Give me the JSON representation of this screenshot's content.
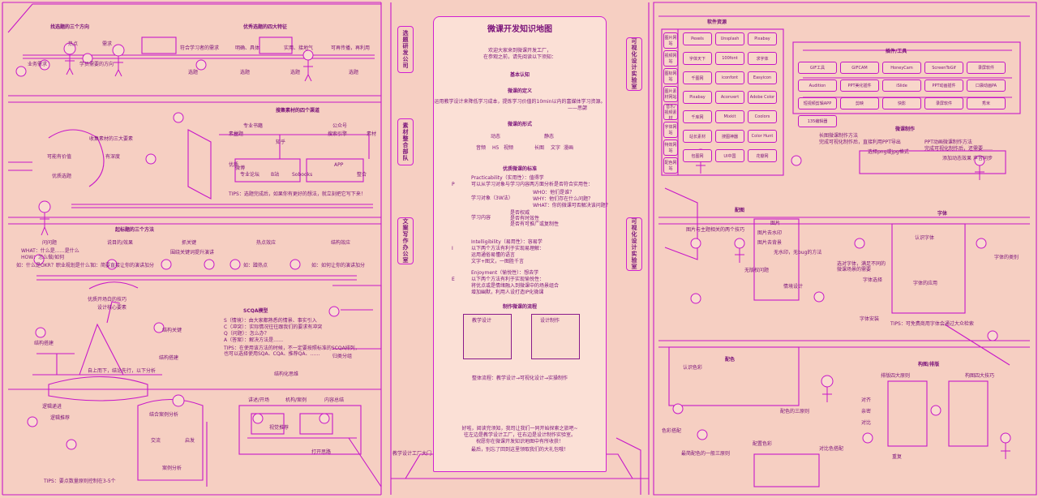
{
  "center": {
    "title": "微课开发知识地图",
    "intro": [
      "欢迎大家来到微课开发工厂，",
      "在参观之前，请先阅读以下须知："
    ],
    "sec1": "基本认知",
    "def_title": "微课的定义",
    "def_text": [
      "运用教学设计来降低学习成本，提炼学习价值的10min以内的富媒体学习资源。",
      "——思勰"
    ],
    "form_title": "微课的形式",
    "form_groups": [
      "动态",
      "静态"
    ],
    "form_items": [
      "音频",
      "H5",
      "视频",
      "长图",
      "文字",
      "漫画"
    ],
    "std_title": "优质微课的标准",
    "p_line": [
      "Practicability（实用性）：值得学",
      "可以从学习对象与学习内容两方面分析是否符合实用性："
    ],
    "p_letter": "P",
    "audience_label": "学习对象（3W法）",
    "audience_items": [
      "WHO：他们是谁？",
      "WHY：他们存在什么问题？",
      "WHAT：你的微课可否解决该问题？"
    ],
    "content_label": "学习内容",
    "content_items": [
      "是否权威",
      "是否有时效性",
      "是否有可推广或复制性"
    ],
    "i_line": [
      "Intelligibility（易用性）：容易学",
      "以下两个方法有利于实现易理解：",
      "运用通俗易懂的语言",
      "文字+图文，一图胜千言"
    ],
    "i_letter": "I",
    "e_line": [
      "Enjoyment（愉悦性）：想去学",
      "以下两个方法有利于实现愉悦性：",
      "将优点或是情绪融入到微课中的场景组合",
      "增加幽默，利用人设打造IP化微课"
    ],
    "e_letter": "E",
    "flow_title": "制作微课的流程",
    "flow_boxes": [
      "教学设计",
      "设计制作"
    ],
    "flow_summary": "整体流程：教学设计→可视化设计→实操制作",
    "outro": [
      "好啦，阅读完须知，我司让我们一同开始探索之旅吧~",
      "往左边是教学设计工厂，往右边是设计制作实验室。",
      "祝愿你在微课开发知识地图中有所收获！",
      "最后，别忘了回到这里领取我们的大礼包哦！"
    ],
    "bottom_sign": "教学设计工厂大门"
  },
  "signs": {
    "left": [
      "选题研发公司",
      "素材整合部队",
      "文案写作办公室"
    ],
    "right": [
      "可视化设计实验室",
      "可视化设计实验室"
    ]
  },
  "left": {
    "topic_title": "找选题的三个方向",
    "topic_items": [
      "热点",
      "需求",
      "业务需求",
      "学员需要的方向"
    ],
    "feature_title": "优秀选题的四大特征",
    "feature_items": [
      "符合学习者的需求",
      "明确、具体",
      "实用、接地气",
      "可再传播，再利用"
    ],
    "feature_sub": [
      "选题",
      "选题",
      "选题",
      "选题"
    ],
    "materials_title": "搜集素材的四个渠道",
    "materials_items": [
      "专业书籍",
      "主题",
      "公众号",
      "搜索引擎",
      "知乎",
      "专业论坛",
      "B站",
      "APP",
      "微博",
      "Sobooks"
    ],
    "three_elements": "收集素材的三大要素",
    "materials_labels": [
      "可能有价值",
      "有深度",
      "优质选题",
      "素材",
      "素材",
      "优质",
      "整合"
    ],
    "tips1": "TIPS：选题完成后，如果你有更好的想法，就立刻把它写下来！",
    "opening_title": "起标题的三个方法",
    "opening_items": [
      "问问题",
      "说目的/效果",
      "抓关键",
      "热点效应",
      "结构效应"
    ],
    "opening_notes": [
      "WHAT：什么是……是什么",
      "HOW：怎么做/如何",
      "如：什么是OKR？职业规划是什么？",
      "如：简要直接让你的演讲加分",
      "围绕关键词提升演讲",
      "如：蹭热点",
      "如：如何让你的演讲加分"
    ],
    "scqa_title": "SCQA模型",
    "scqa_items": [
      "S（情境）：由大家都熟悉的情景、事实引入",
      "C（冲突）：实际情况往往跟我们的要求有冲突",
      "Q（问题）：怎么办？",
      "A（答案）：解决方法是……"
    ],
    "tips2": "TIPS：在使用该方法的时候，不一定要按照标准的SCQA排列，也可以选择使用SQA、CQA、推荐QA、……",
    "structure_labels": [
      "设计核心要素",
      "结构关键",
      "结构搭建",
      "结构搭建",
      "自上而下，结论先行，以下分析",
      "结构化思维",
      "归类分组",
      "逻辑递进",
      "优质开场白的技巧"
    ],
    "bottom_labels": [
      "讲述/开场",
      "机构/案例",
      "内容总结",
      "视觉推荐",
      "结合案例分析",
      "逻辑推荐",
      "交流",
      "启发",
      "案例分析",
      "打开思路"
    ],
    "tips3": "TIPS：要点数量原则控制在3-5个"
  },
  "right": {
    "shelf_title": "软件资源",
    "shelf_labels": [
      "图片网站",
      "视频网站",
      "图标网站",
      "图片素材网站",
      "音乐/视频素材",
      "字体网站",
      "特效网站",
      "配色网站"
    ],
    "tool_names": [
      "Pexels",
      "Unsplash",
      "Pixabay",
      "字体天下",
      "100font",
      "求字体",
      "千图网",
      "iconfont",
      "Easyicon",
      "Pixabay",
      "Aconvert",
      "Adobe Color",
      "千库网",
      "Mixkit",
      "Coolors",
      "站长素材",
      "搜图神器",
      "Color Hunt",
      "包图网",
      "UI中国",
      "花瓣网"
    ],
    "tool_cabinet_title": "插件/工具",
    "tool_cabinet": [
      "GIF工具",
      "GIFCAM",
      "HoneyCam",
      "ScreenToGif",
      "录屏软件",
      "Audition",
      "PPT美化插件",
      "iSlide",
      "PPT动画插件",
      "口袋动画PA",
      "短视频剪辑APP",
      "剪映",
      "快影",
      "录屏软件",
      "秀米",
      "135编辑器"
    ],
    "ppt_title": "微课制作",
    "ppt_notes": [
      "长图微课制作方法",
      "完成可视化制作后，直接利用PPT导出",
      "PPT动画微课制作方法",
      "完成可视化制作后，还需要……",
      "选择png或jpg格式",
      "添加动态效果",
      "声音同步"
    ],
    "img_title": "配图",
    "img_notes": [
      "图片",
      "图片去水印",
      "图片去背景",
      "无水印，无bug的方法",
      "无版权问题",
      "情境设计",
      "图片与主题相关的两个技巧"
    ],
    "font_title": "字体",
    "font_notes": [
      "认识字体",
      "字体的应用",
      "选对字体，满足不同的微课场景的需要",
      "字体安装",
      "字体的类别",
      "字体选择"
    ],
    "color_title": "配色",
    "color_notes": [
      "认识色彩",
      "色彩搭配",
      "最简配色的一般三原则",
      "配置色彩"
    ],
    "layout_title": "构图/排版",
    "layout_notes": [
      "排版四大原则",
      "对齐",
      "亲密",
      "对比",
      "重复",
      "构图四大技巧"
    ],
    "tips": "TIPS：可免费商用字体会通过大众检索",
    "tips_color": "对比色搭配",
    "tips_area": "配色的三原则"
  }
}
